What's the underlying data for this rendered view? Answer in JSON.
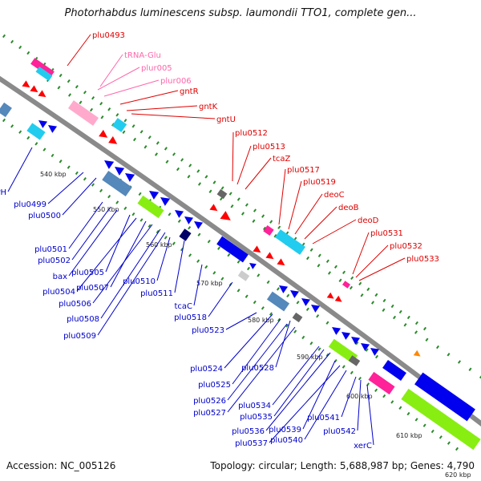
{
  "title": "Photorhabdus luminescens subsp. laumondii TTO1, complete gen...",
  "footer": {
    "accession": "Accession: NC_005126",
    "summary": "Topology: circular; Length: 5,688,987 bp; Genes: 4,790"
  },
  "ticks": [
    "540 kbp",
    "550 kbp",
    "560 kbp",
    "570 kbp",
    "580 kbp",
    "590 kbp",
    "600 kbp",
    "610 kbp",
    "620 kbp"
  ],
  "colors": {
    "forward_label": "#e00000",
    "reverse_label": "#0000cc",
    "trna_label": "#ff66aa",
    "backbone": "#7a7a7a",
    "gene_blue": "#0000ee",
    "gene_cyan": "#22ccee",
    "gene_green": "#88ee11",
    "gene_magenta": "#ff2299",
    "gene_pink": "#ffaacc",
    "gene_red": "#ff0000"
  },
  "labels_top": [
    "plu0493",
    "tRNA-Glu",
    "plur005",
    "plur006",
    "gntR",
    "gntK",
    "gntU",
    "plu0512",
    "plu0513",
    "tcaZ",
    "plu0517",
    "plu0519",
    "deoC",
    "deoB",
    "deoD",
    "plu0531",
    "plu0532",
    "plu0533"
  ],
  "labels_bottom": [
    "purH",
    "plu0499",
    "plu0500",
    "plu0501",
    "plu0502",
    "bax",
    "plu0505",
    "plu0504",
    "plu0507",
    "plu0506",
    "plu0508",
    "plu0509",
    "plu0510",
    "plu0511",
    "tcaC",
    "plu0518",
    "plu0523",
    "plu0524",
    "plu0528",
    "plu0525",
    "plu0526",
    "plu0527",
    "plu0534",
    "plu0535",
    "plu0536",
    "plu0539",
    "plu0537",
    "plu0540",
    "plu0541",
    "plu0542",
    "xerC"
  ]
}
